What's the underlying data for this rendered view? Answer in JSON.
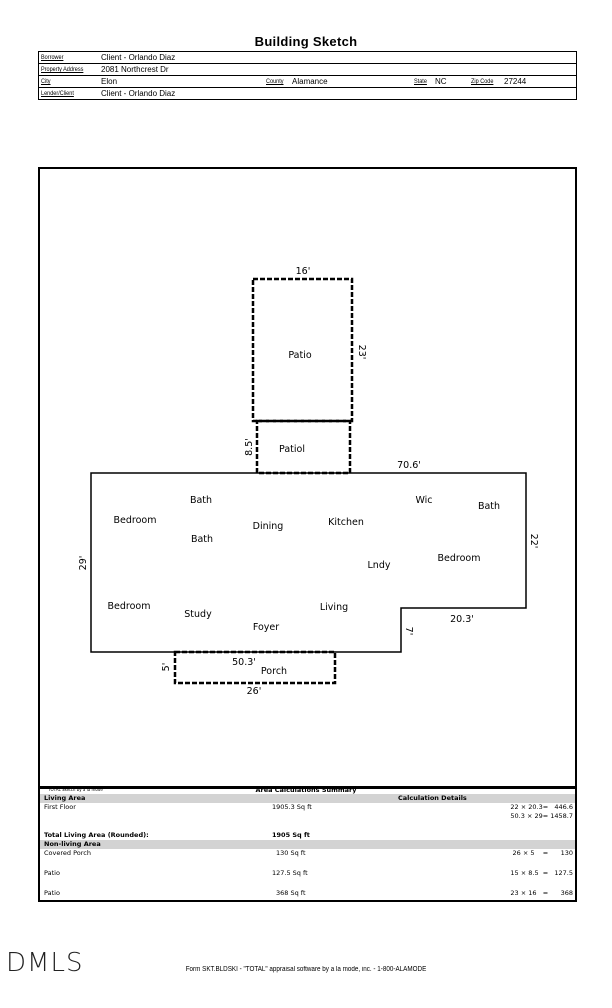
{
  "title": "Building Sketch",
  "info": {
    "borrower_label": "Borrower",
    "borrower": "Client - Orlando Diaz",
    "address_label": "Property Address",
    "address": "2081 Northcrest Dr",
    "city_label": "City",
    "city": "Elon",
    "county_label": "County",
    "county": "Alamance",
    "state_label": "State",
    "state": "NC",
    "zip_label": "Zip Code",
    "zip": "27244",
    "lender_label": "Lender/Client",
    "lender": "Client - Orlando Diaz"
  },
  "sketch": {
    "dims": {
      "patio_top": "16'",
      "patio_side": "23'",
      "patiol_side": "8.5'",
      "top": "70.6'",
      "right": "22'",
      "left": "29'",
      "step_h": "20.3'",
      "step_v": "7'",
      "front": "50.3'",
      "porch_side": "5'",
      "porch_bottom": "26'"
    },
    "rooms": {
      "patio": "Patio",
      "patiol": "Patiol",
      "wic": "Wic",
      "bath_right": "Bath",
      "bath_top": "Bath",
      "bedroom_left_top": "Bedroom",
      "dining": "Dining",
      "kitchen": "Kitchen",
      "bath_mid": "Bath",
      "bedroom_right": "Bedroom",
      "lndy": "Lndy",
      "bedroom_left_bottom": "Bedroom",
      "study": "Study",
      "living": "Living",
      "foyer": "Foyer",
      "porch": "Porch"
    },
    "credit": "TOTAL Sketch by a la mode",
    "summary_title": "Area Calculations Summary"
  },
  "summary": {
    "living_header": "Living Area",
    "calc_header": "Calculation Details",
    "first_floor": "First Floor",
    "first_floor_area": "1905.3 Sq ft",
    "calc1": "22 × 20.3=   446.6",
    "calc2": "50.3 × 29= 1458.7",
    "total_label": "Total Living Area (Rounded):",
    "total_value": "1905 Sq ft",
    "nonliving_header": "Non-living Area",
    "rows": [
      {
        "name": "Covered Porch",
        "area": "130 Sq ft",
        "calc": "26 × 5    =      130"
      },
      {
        "name": "Patio",
        "area": "127.5 Sq ft",
        "calc": "15 × 8.5  =   127.5"
      },
      {
        "name": "Patio",
        "area": "368 Sq ft",
        "calc": "23 × 16   =      368"
      }
    ]
  },
  "logo": "DMLS",
  "footer": "Form SKT.BLDSKI - \"TOTAL\" appraisal software by a la mode, inc. - 1-800-ALAMODE"
}
